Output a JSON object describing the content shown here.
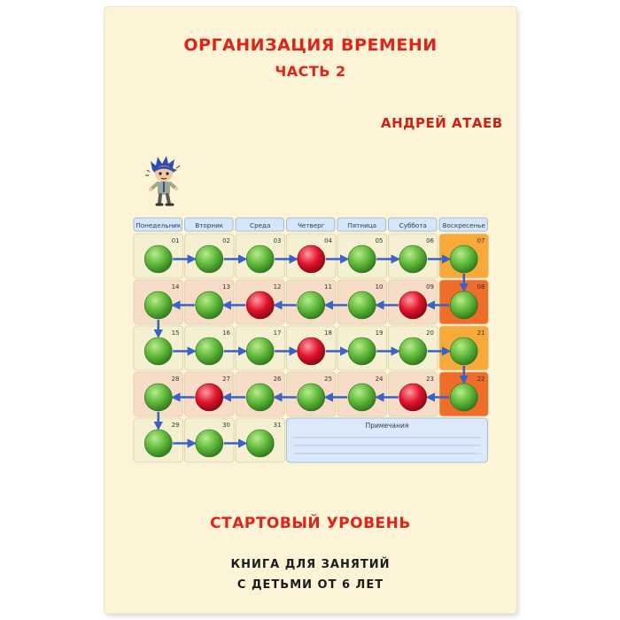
{
  "book": {
    "title_line1": "ОРГАНИЗАЦИЯ ВРЕМЕНИ",
    "title_line2": "ЧАСТЬ 2",
    "author": "АНДРЕЙ АТАЕВ",
    "level": "СТАРТОВЫЙ УРОВЕНЬ",
    "subtitle_line1": "КНИГА ДЛЯ ЗАНЯТИЙ",
    "subtitle_line2": "С ДЕТЬМИ ОТ 6 ЛЕТ"
  },
  "calendar": {
    "weekdays": [
      "Понедельник",
      "Вторник",
      "Среда",
      "Четверг",
      "Пятница",
      "Суббота",
      "Воскресенье"
    ],
    "days": [
      "01",
      "02",
      "03",
      "04",
      "05",
      "06",
      "07",
      "08",
      "09",
      "10",
      "11",
      "12",
      "13",
      "14",
      "15",
      "16",
      "17",
      "18",
      "19",
      "20",
      "21",
      "22",
      "23",
      "24",
      "25",
      "26",
      "27",
      "28",
      "29",
      "30",
      "31"
    ],
    "red_days": [
      4,
      9,
      12,
      18,
      23,
      27
    ],
    "notes_label": "Примечания",
    "colors": {
      "cell_green_row": "#f6f0d2",
      "cell_pink_row": "#f7dcc8",
      "sunday_orange": "#f7a93a",
      "sunday_dark": "#ee6d28",
      "ball_green": "#5fb83a",
      "ball_red": "#e0142a",
      "arrow_blue": "#3b63c7",
      "header_blue": "#d6e5f7"
    }
  }
}
